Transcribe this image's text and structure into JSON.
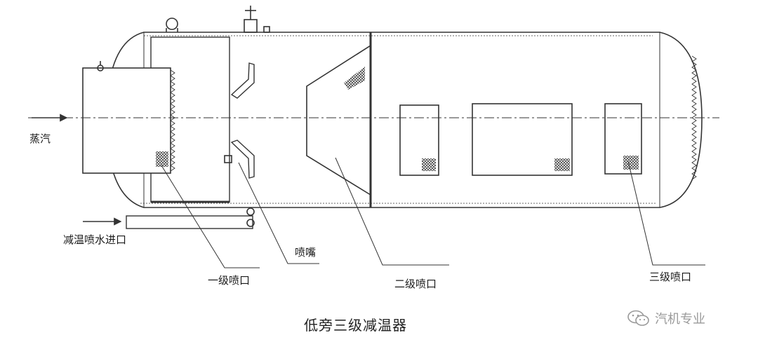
{
  "labels": {
    "steam": "蒸汽",
    "spray_water_inlet": "减温喷水进口",
    "nozzle": "喷嘴",
    "stage1_orifice": "一级喷口",
    "stage2_orifice": "二级喷口",
    "stage3_orifice": "三级喷口"
  },
  "caption": "低旁三级减温器",
  "watermark": {
    "text": "汽机专业",
    "icon": "wechat-icon"
  },
  "colors": {
    "line": "#333333",
    "hatch": "#555555",
    "watermark": "#9a9a9a"
  }
}
